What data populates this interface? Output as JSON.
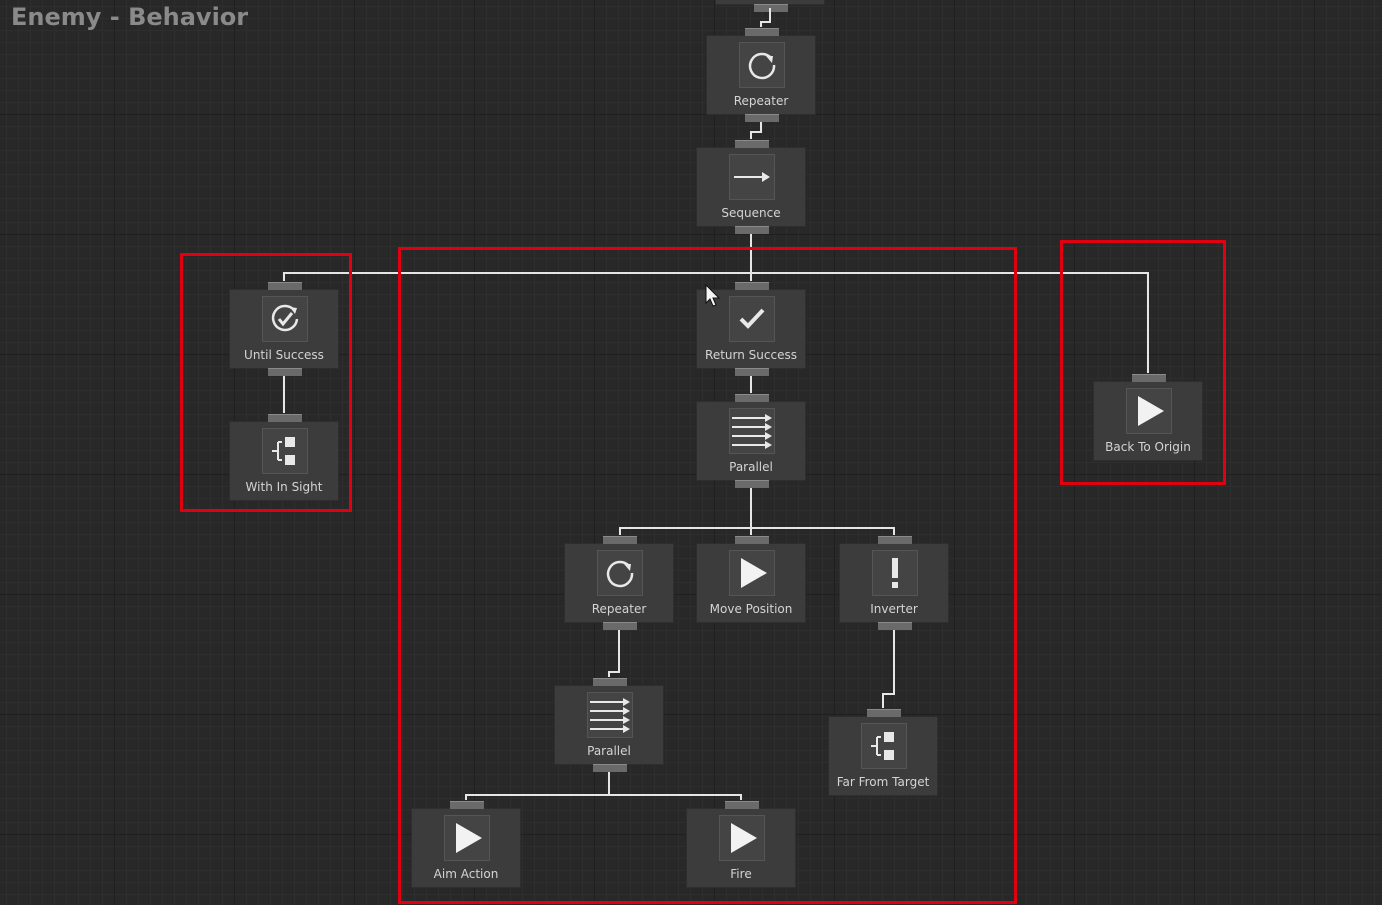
{
  "title": "Enemy - Behavior",
  "colors": {
    "background": "#282828",
    "node": "#3c3c3c",
    "wire": "#e6e6e6",
    "highlight": "#e0000f"
  },
  "nodes": {
    "repeater_top": {
      "label": "Repeater",
      "icon": "repeat-icon"
    },
    "sequence": {
      "label": "Sequence",
      "icon": "arrow-right-icon"
    },
    "until_success": {
      "label": "Until Success",
      "icon": "check-circle-icon"
    },
    "with_in_sight": {
      "label": "With In Sight",
      "icon": "condition-icon"
    },
    "return_success": {
      "label": "Return Success",
      "icon": "check-icon"
    },
    "back_to_origin": {
      "label": "Back To Origin",
      "icon": "play-icon"
    },
    "parallel_main": {
      "label": "Parallel",
      "icon": "parallel-arrows-icon"
    },
    "repeater_inner": {
      "label": "Repeater",
      "icon": "repeat-icon"
    },
    "move_position": {
      "label": "Move Position",
      "icon": "play-icon"
    },
    "inverter": {
      "label": "Inverter",
      "icon": "exclamation-icon"
    },
    "parallel_inner": {
      "label": "Parallel",
      "icon": "parallel-arrows-icon"
    },
    "far_from_target": {
      "label": "Far From Target",
      "icon": "condition-icon"
    },
    "aim_action": {
      "label": "Aim Action",
      "icon": "play-icon"
    },
    "fire": {
      "label": "Fire",
      "icon": "play-icon"
    }
  }
}
